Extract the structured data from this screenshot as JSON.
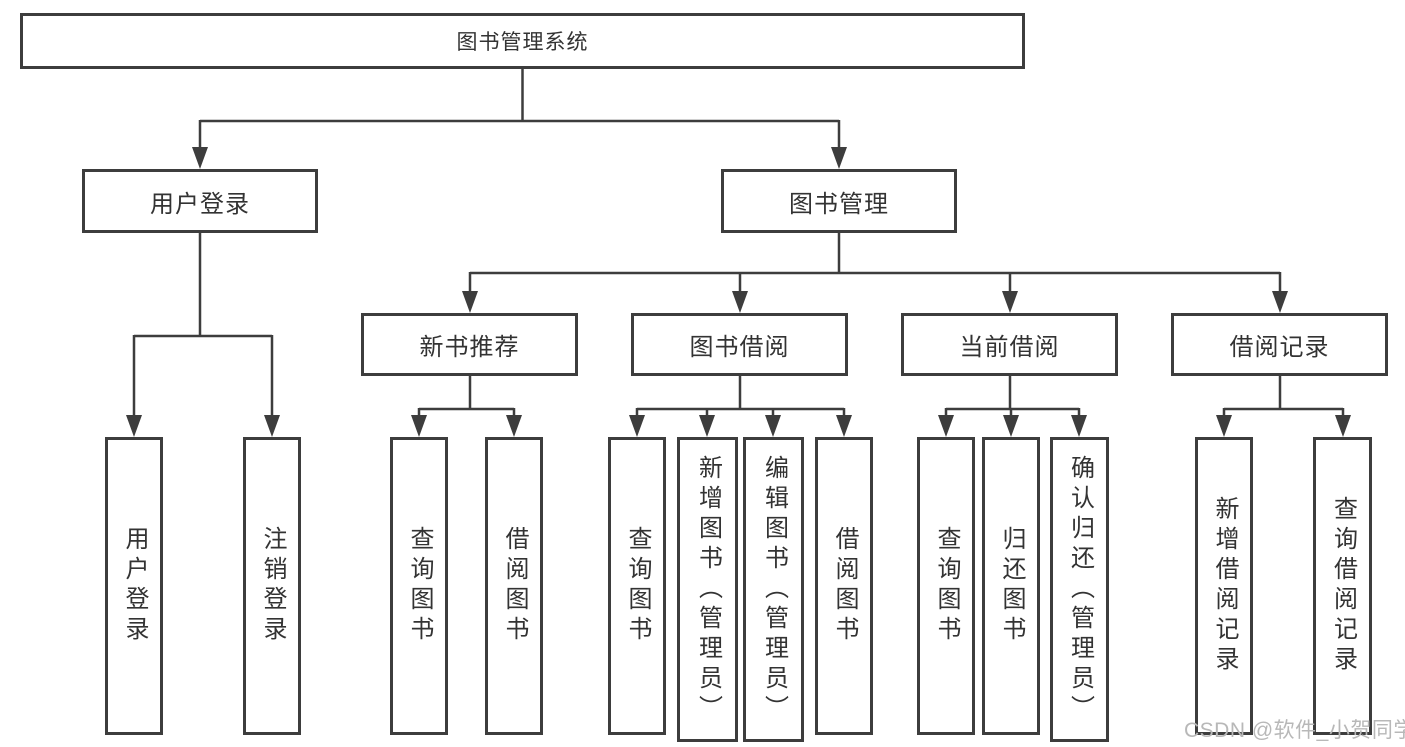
{
  "diagram": {
    "title_node": "图书管理系统",
    "root": {
      "label": "图书管理系统",
      "children": [
        {
          "label": "用户登录",
          "children": [
            {
              "label": "用户登录"
            },
            {
              "label": "注销登录"
            }
          ]
        },
        {
          "label": "图书管理",
          "children": [
            {
              "label": "新书推荐",
              "children": [
                {
                  "label": "查询图书"
                },
                {
                  "label": "借阅图书"
                }
              ]
            },
            {
              "label": "图书借阅",
              "children": [
                {
                  "label": "查询图书"
                },
                {
                  "label": "新增图书（管理员）"
                },
                {
                  "label": "编辑图书（管理员）"
                },
                {
                  "label": "借阅图书"
                }
              ]
            },
            {
              "label": "当前借阅",
              "children": [
                {
                  "label": "查询图书"
                },
                {
                  "label": "归还图书"
                },
                {
                  "label": "确认归还（管理员）"
                }
              ]
            },
            {
              "label": "借阅记录",
              "children": [
                {
                  "label": "新增借阅记录"
                },
                {
                  "label": "查询借阅记录"
                }
              ]
            }
          ]
        }
      ]
    },
    "watermark": "CSDN @软件_小贺同学"
  },
  "colors": {
    "line": "#3d3d3d",
    "text": "#333333",
    "watermark": "#b8b8b8",
    "background": "#ffffff"
  }
}
